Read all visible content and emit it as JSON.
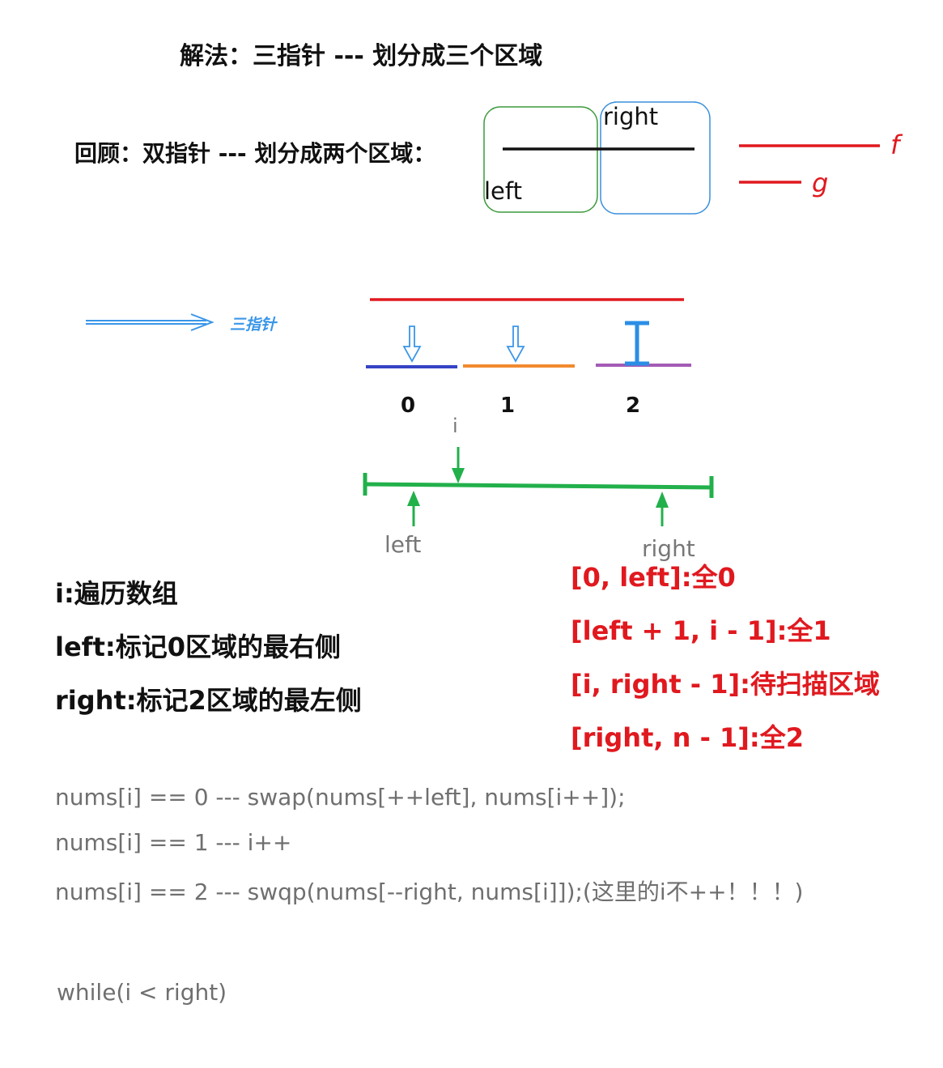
{
  "title": "解法：三指针 --- 划分成三个区域",
  "review": {
    "label": "回顾：双指针 --- 划分成两个区域：",
    "right_label": "right",
    "left_label": "left",
    "legend_f": "f",
    "legend_g": "g"
  },
  "arrow_label": "三指针",
  "regions": {
    "labels": [
      "0",
      "1",
      "2"
    ]
  },
  "pointers": {
    "i_label": "i",
    "left_label": "left",
    "right_label": "right"
  },
  "definitions": [
    "i:遍历数组",
    "left:标记0区域的最右侧",
    "right:标记2区域的最左侧"
  ],
  "intervals": [
    "[0, left]:全0",
    "[left + 1, i - 1]:全1",
    "[i, right - 1]:待扫描区域",
    "[right, n - 1]:全2"
  ],
  "rules": [
    "nums[i] == 0 --- swap(nums[++left], nums[i++]);",
    "nums[i] == 1 --- i++",
    "nums[i] == 2 --- swqp(nums[--right, nums[i]]);(这里的i不++！！！)"
  ],
  "loop": "while(i < right)",
  "colors": {
    "red": "#e0191f",
    "blue_arrow": "#3a96e8",
    "green": "#22b04b",
    "zero_seg": "#3443c4",
    "one_seg": "#f28a2e",
    "two_seg": "#a35bb5",
    "green_box": "#3c9a3c",
    "blue_box": "#3a8fdc"
  }
}
